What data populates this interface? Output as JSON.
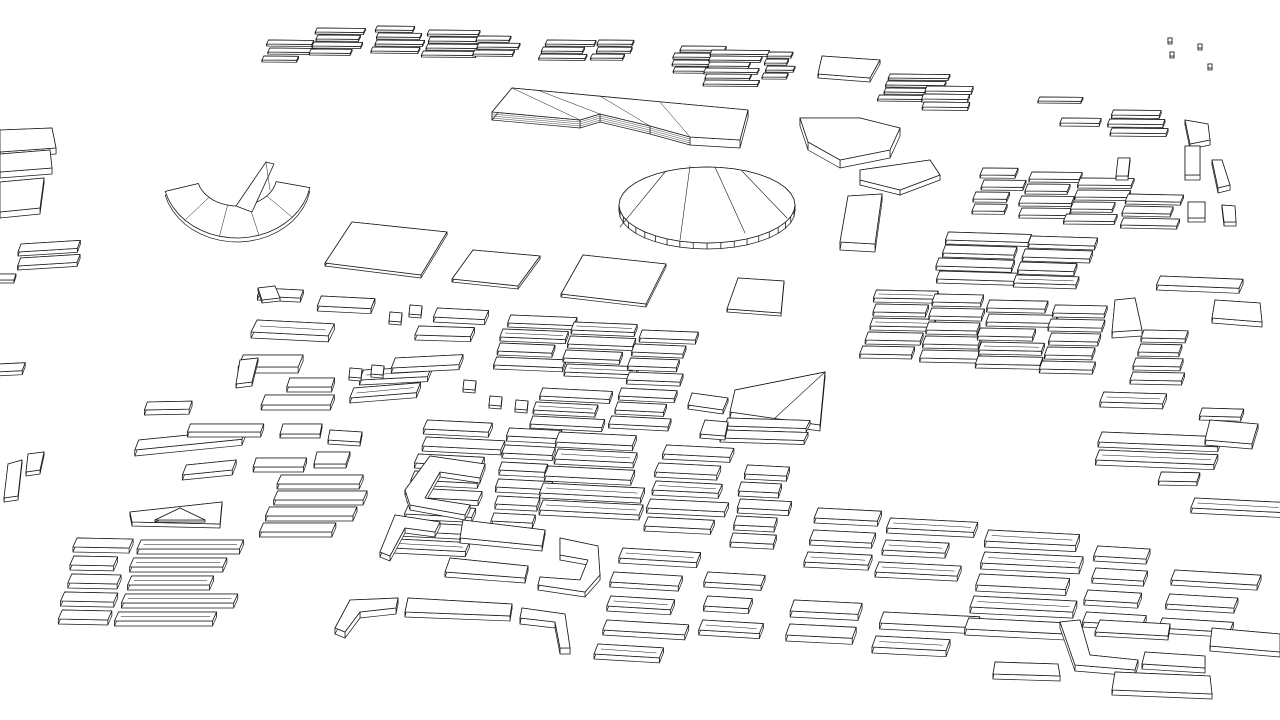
{
  "scene": {
    "line_color": "#1a1a1a",
    "fill_color": "#ffffff",
    "landmarks": [
      "fan-shaped-stadium",
      "oval-stadium",
      "long-curved-terminal",
      "triangular-pavilion",
      "square-plazas"
    ]
  }
}
